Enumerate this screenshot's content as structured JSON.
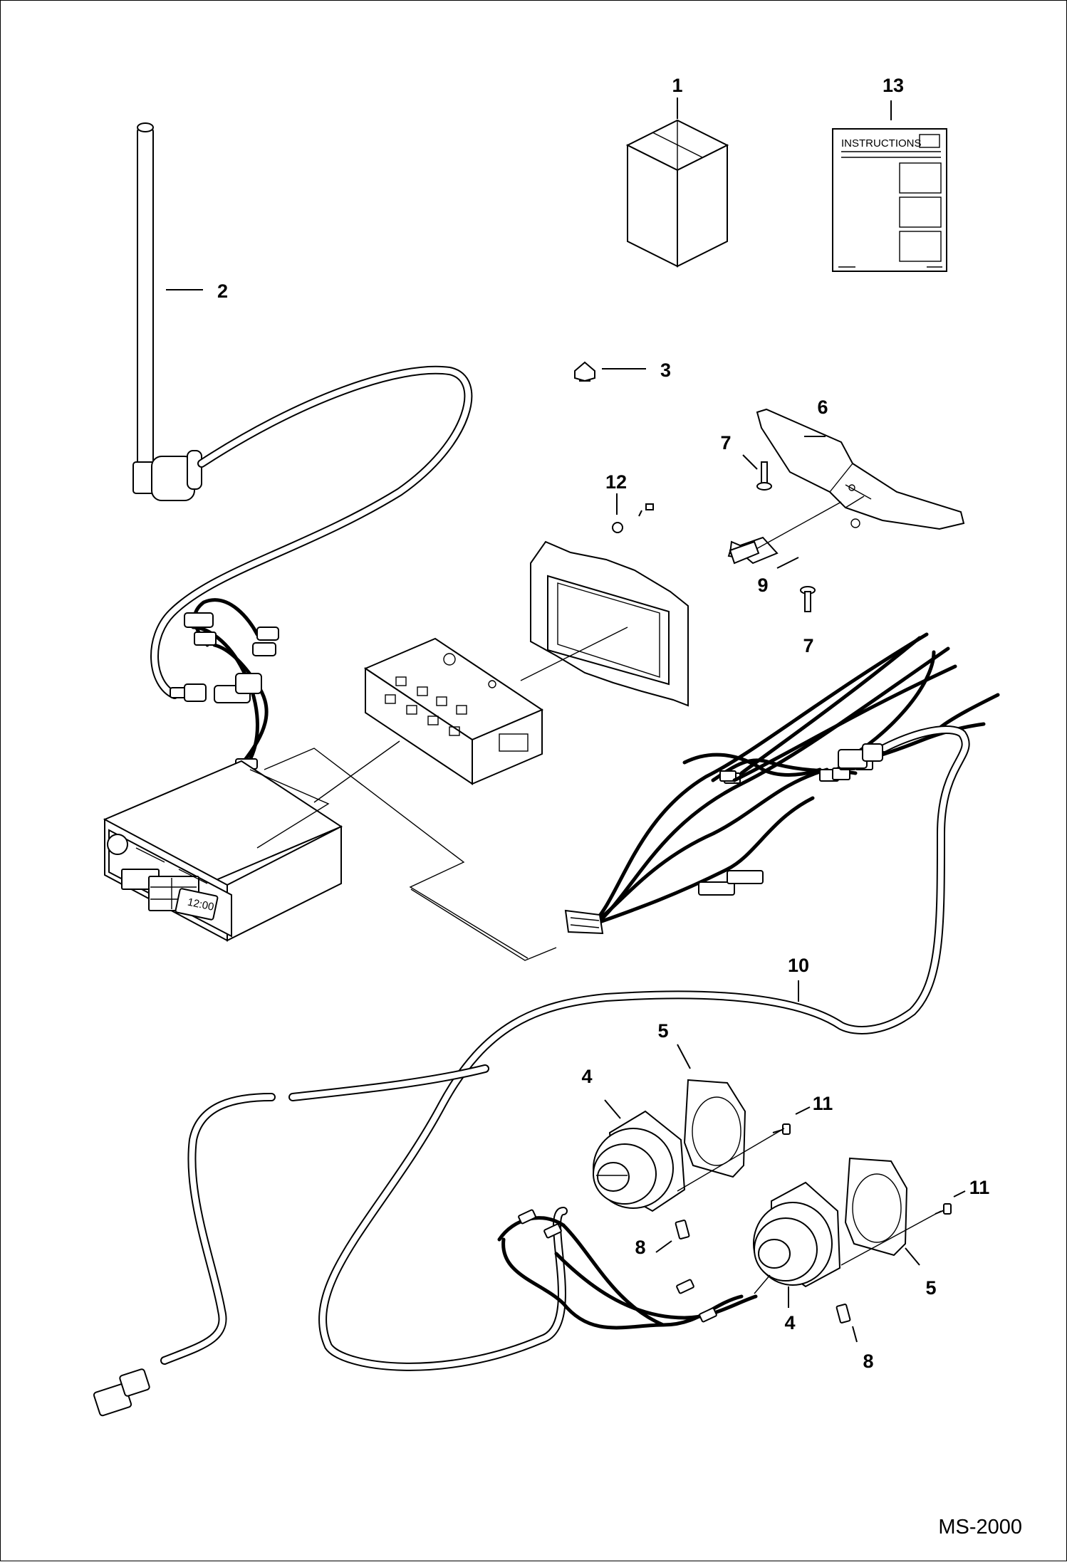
{
  "diagram_code": "MS-2000",
  "instructions_sheet_title": "INSTRUCTIONS",
  "radio_clock_display": "12:00",
  "callouts": {
    "c1": "1",
    "c2": "2",
    "c3": "3",
    "c4a": "4",
    "c4b": "4",
    "c5a": "5",
    "c5b": "5",
    "c6": "6",
    "c7a": "7",
    "c7b": "7",
    "c8a": "8",
    "c8b": "8",
    "c9": "9",
    "c10": "10",
    "c11a": "11",
    "c11b": "11",
    "c12": "12",
    "c13": "13"
  }
}
